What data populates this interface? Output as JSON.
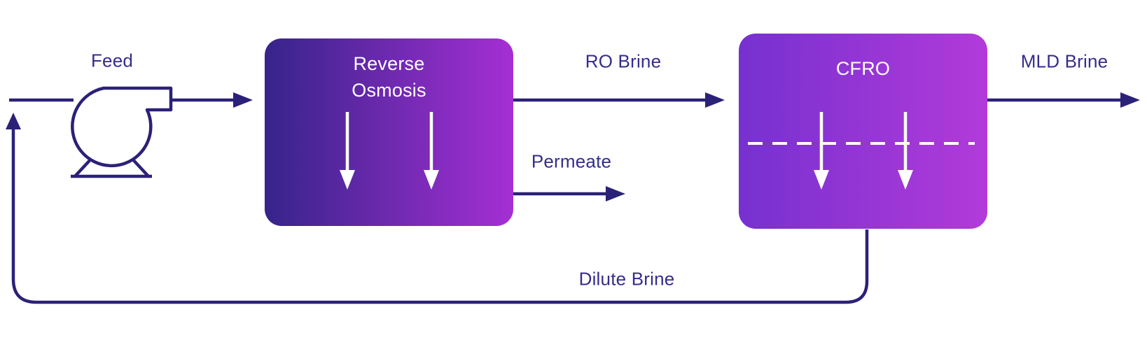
{
  "diagram": {
    "type": "process-flow",
    "nodes": {
      "feed_pump": {
        "label": "Feed",
        "icon": "centrifugal-pump-icon"
      },
      "reverse_osmosis": {
        "title_line1": "Reverse",
        "title_line2": "Osmosis"
      },
      "cfro": {
        "title": "CFRO"
      }
    },
    "streams": {
      "feed": "Feed",
      "ro_brine": "RO Brine",
      "permeate": "Permeate",
      "mld_brine": "MLD Brine",
      "dilute_brine": "Dilute Brine"
    },
    "connections": [
      {
        "from": "feed-pump",
        "to": "reverse-osmosis",
        "label": "Feed"
      },
      {
        "from": "reverse-osmosis",
        "to": "cfro",
        "label": "RO Brine"
      },
      {
        "from": "reverse-osmosis",
        "to": "product-out",
        "label": "Permeate"
      },
      {
        "from": "cfro",
        "to": "brine-out",
        "label": "MLD Brine"
      },
      {
        "from": "cfro",
        "to": "feed-pump",
        "label": "Dilute Brine",
        "style": "recycle-loop"
      }
    ],
    "colors": {
      "line": "#2b2178",
      "text": "#362d8c",
      "white": "#ffffff",
      "ro_grad_start": "#36248a",
      "ro_grad_end": "#a52fd4",
      "cfro_grad_start": "#7631cf",
      "cfro_grad_end": "#b23ada"
    }
  }
}
